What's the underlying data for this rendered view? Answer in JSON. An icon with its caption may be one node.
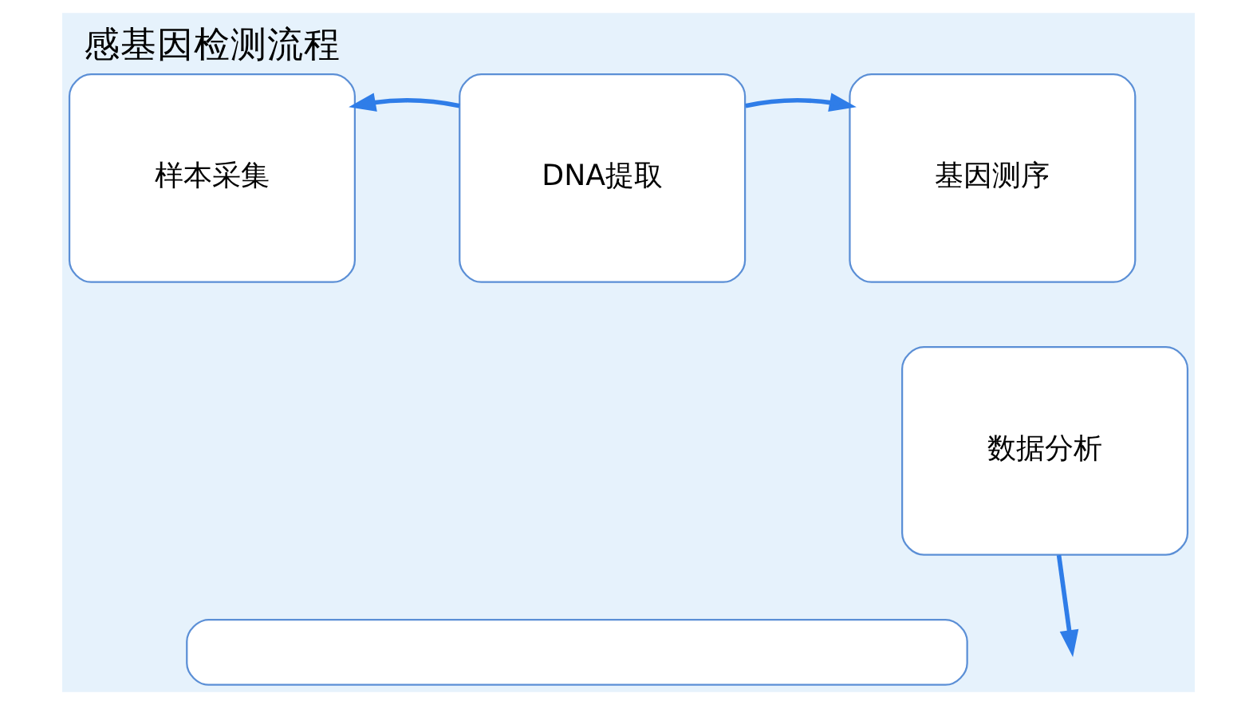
{
  "diagram": {
    "title": "感基因检测流程",
    "nodes": [
      {
        "text": [
          "样本采集"
        ]
      },
      {
        "text": [
          "DNA提取"
        ]
      },
      {
        "text": [
          "基因测序"
        ]
      },
      {
        "text": [
          "数据分析"
        ]
      },
      {
        "text": [],
        "shape": "box"
      }
    ],
    "edges": [
      {
        "from": 1,
        "to": 0,
        "arrow": "to"
      },
      {
        "from": 1,
        "to": 2,
        "arrow": "to"
      },
      {
        "from": 3,
        "to": null,
        "arrow": "to"
      }
    ]
  }
}
